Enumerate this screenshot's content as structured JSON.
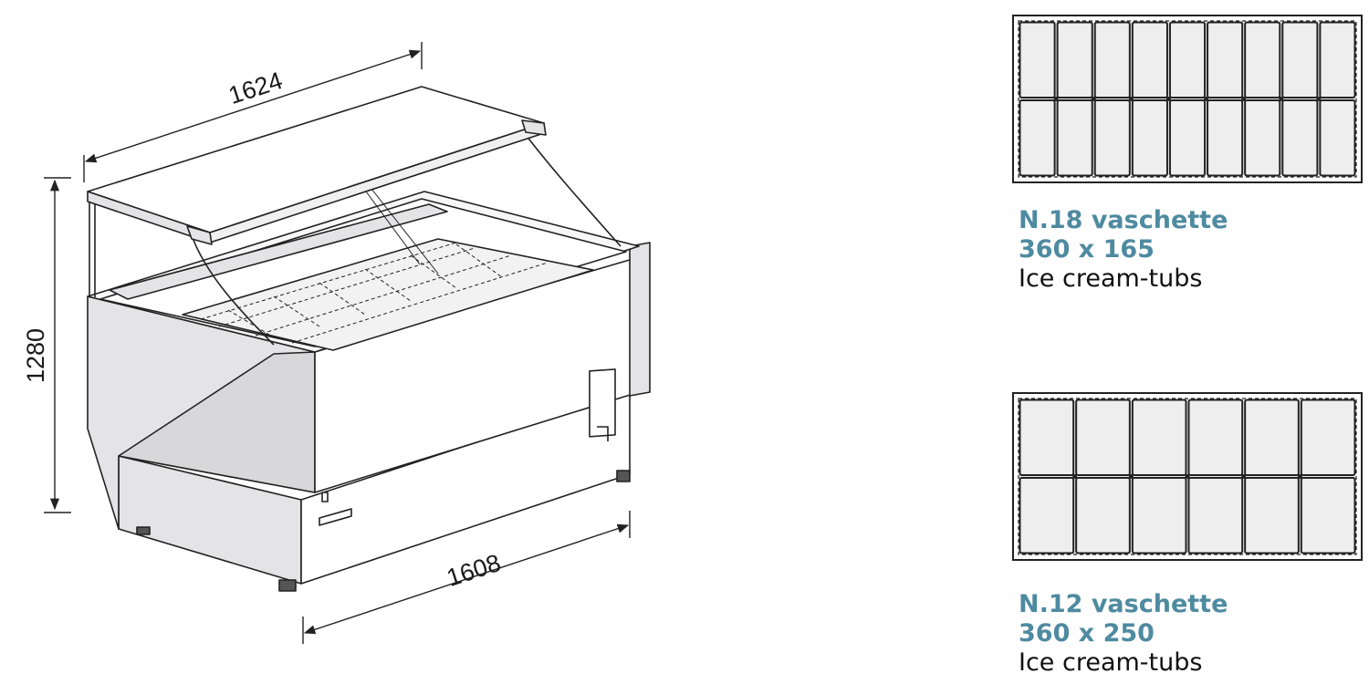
{
  "dimensions": {
    "width_top": "1624",
    "height": "1280",
    "width_bottom": "1608"
  },
  "tray_layouts": [
    {
      "count_label": "N.18 vaschette",
      "size_label": "360 x 165",
      "description": "Ice cream-tubs",
      "columns": 9,
      "rows": 2
    },
    {
      "count_label": "N.12 vaschette",
      "size_label": "360 x 250",
      "description": "Ice cream-tubs",
      "columns": 6,
      "rows": 2
    }
  ],
  "colors": {
    "accent": "#4e8aa0",
    "cabinet_gray": "#e4e4e6",
    "tray_fill": "#eeeeee",
    "line": "#222222"
  }
}
